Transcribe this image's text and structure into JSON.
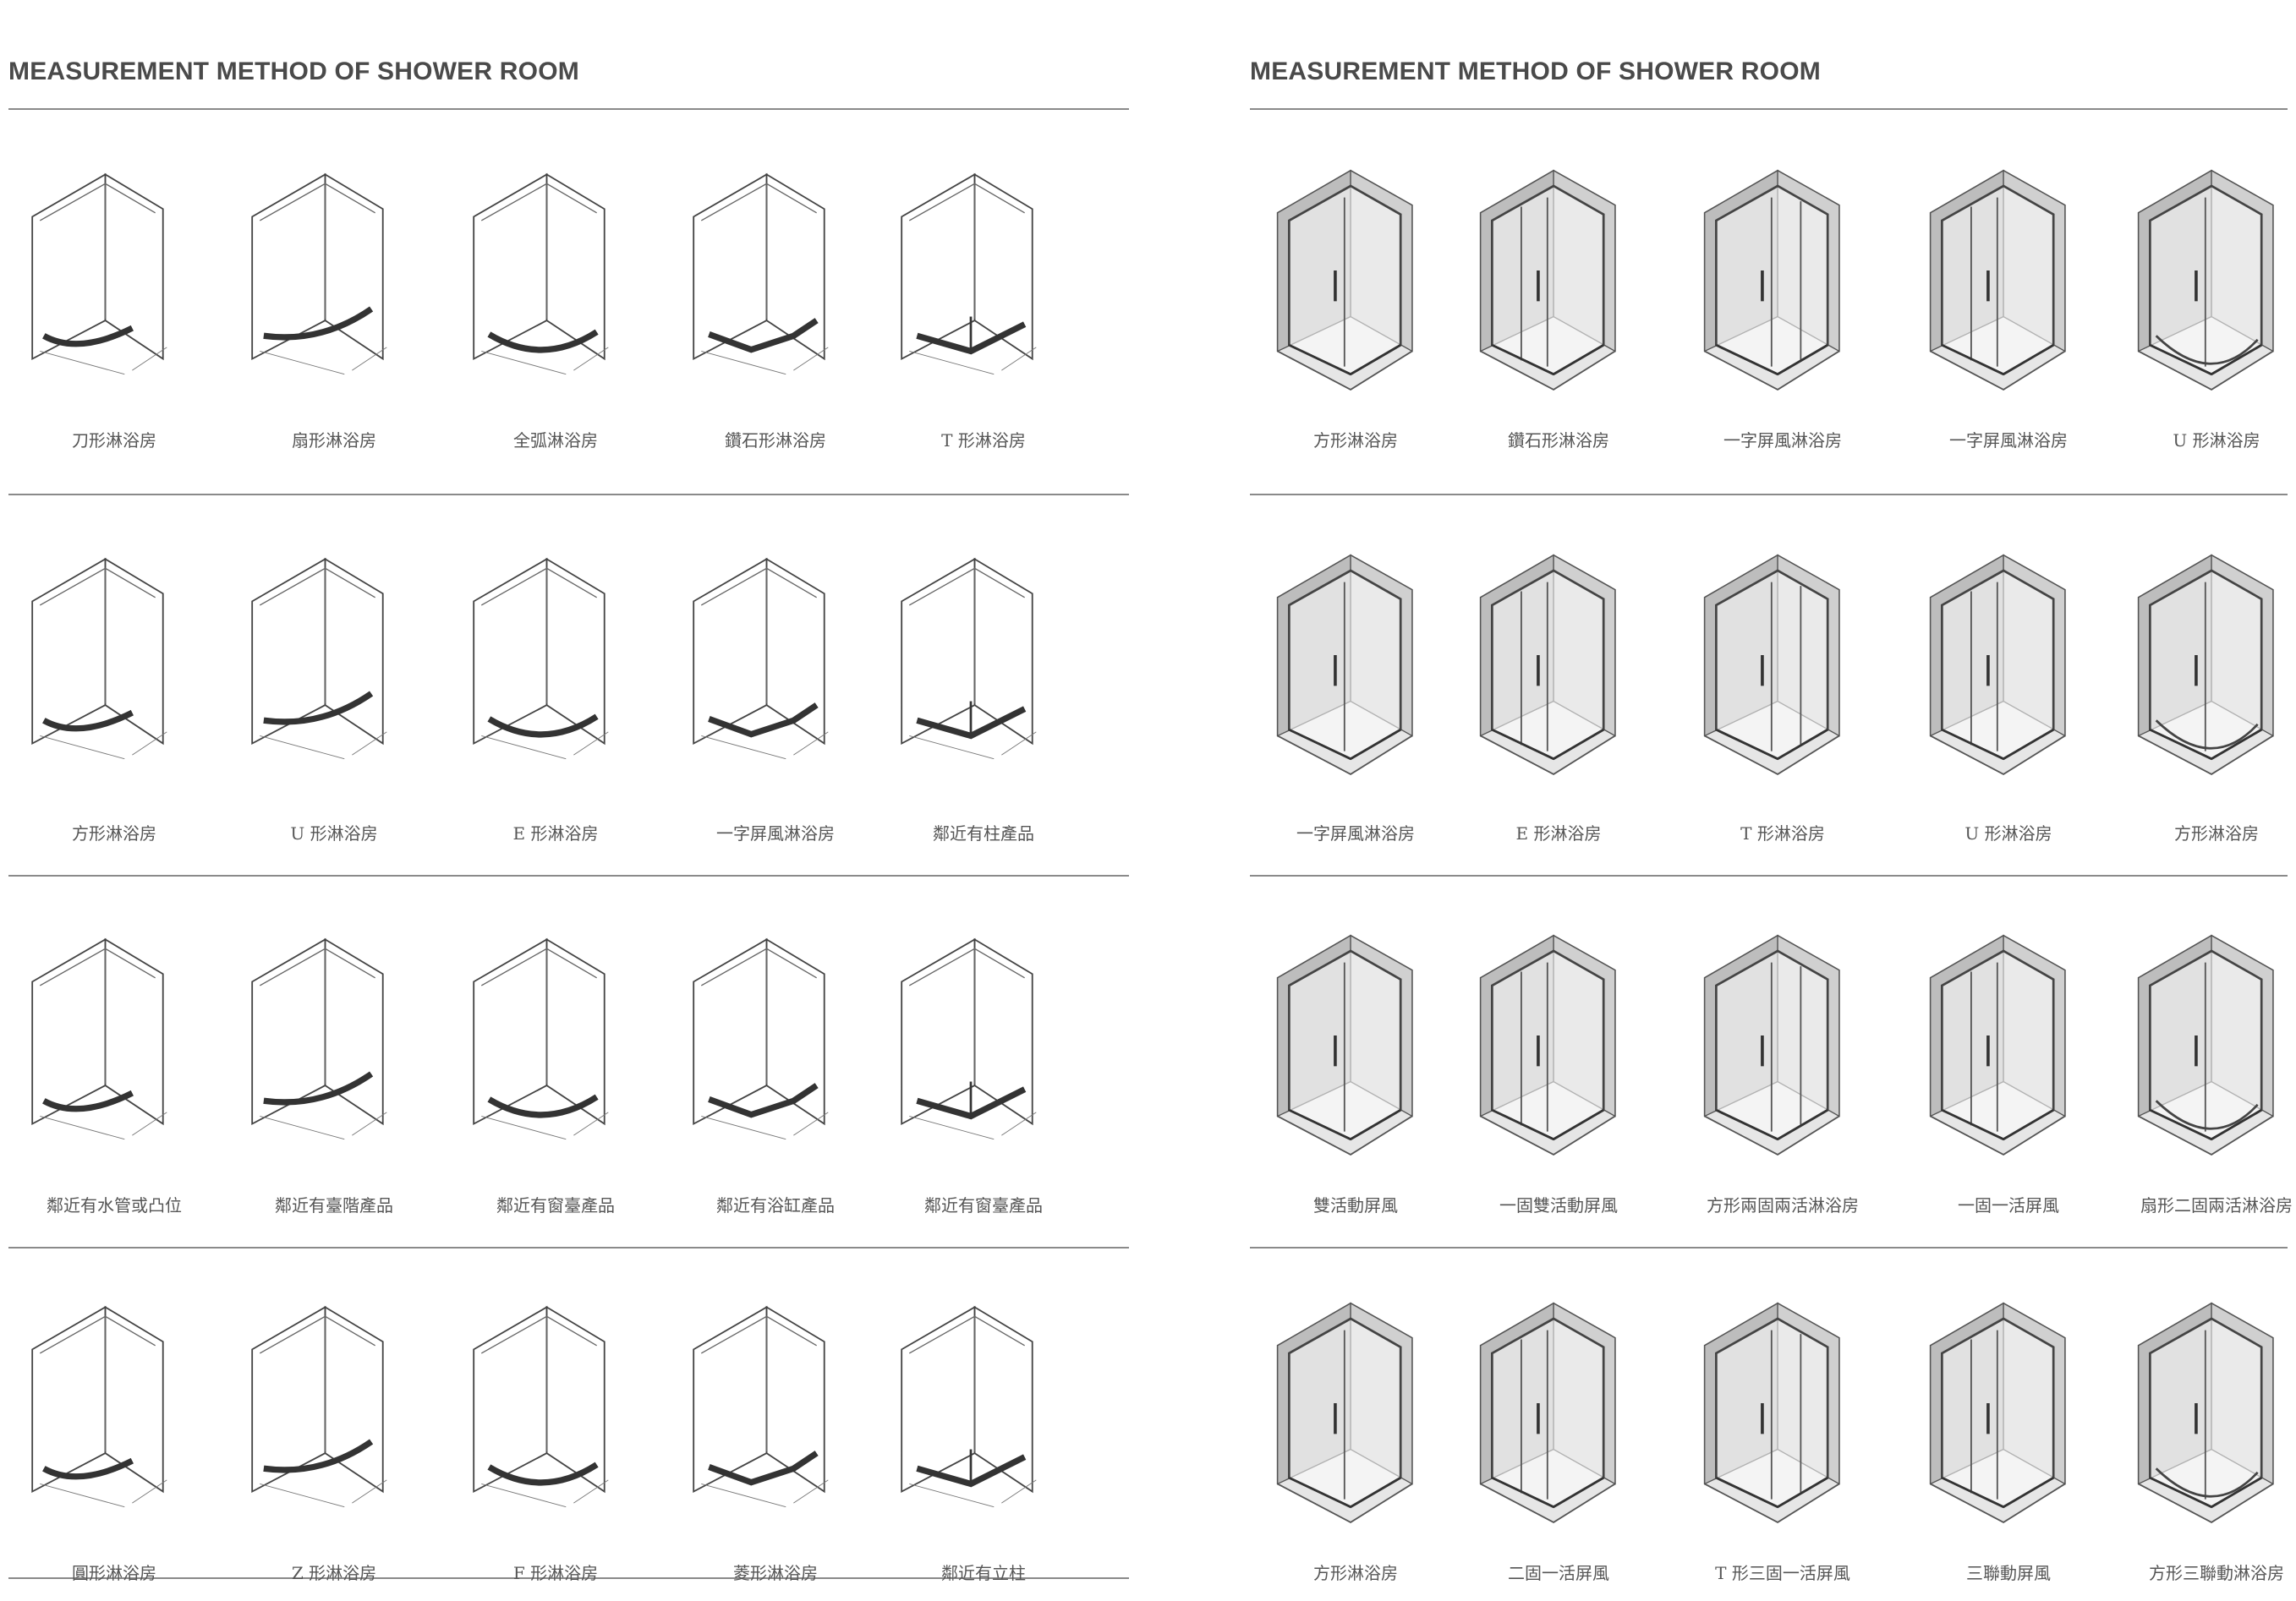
{
  "pages": [
    {
      "title": "MEASUREMENT METHOD OF SHOWER ROOM",
      "rows": [
        [
          "刀形淋浴房",
          "扇形淋浴房",
          "全弧淋浴房",
          "鑽石形淋浴房",
          "T 形淋浴房"
        ],
        [
          "方形淋浴房",
          "U 形淋浴房",
          "E 形淋浴房",
          "一字屏風淋浴房",
          "鄰近有柱產品"
        ],
        [
          "鄰近有水管或凸位",
          "鄰近有臺階產品",
          "鄰近有窗臺產品",
          "鄰近有浴缸產品",
          "鄰近有窗臺產品"
        ],
        [
          "圓形淋浴房",
          "Z 形淋浴房",
          "F 形淋浴房",
          "菱形淋浴房",
          "鄰近有立柱"
        ]
      ]
    },
    {
      "title": "MEASUREMENT METHOD OF SHOWER ROOM",
      "rows": [
        [
          "方形淋浴房",
          "鑽石形淋浴房",
          "一字屏風淋浴房",
          "一字屏風淋浴房",
          "U 形淋浴房"
        ],
        [
          "一字屏風淋浴房",
          "E 形淋浴房",
          "T 形淋浴房",
          "U 形淋浴房",
          "方形淋浴房"
        ],
        [
          "雙活動屏風",
          "一固雙活動屏風",
          "方形兩固兩活淋浴房",
          "一固一活屏風",
          "扇形二固兩活淋浴房"
        ],
        [
          "方形淋浴房",
          "二固一活屏風",
          "T 形三固一活屏風",
          "三聯動屏風",
          "方形三聯動淋浴房"
        ]
      ]
    }
  ]
}
